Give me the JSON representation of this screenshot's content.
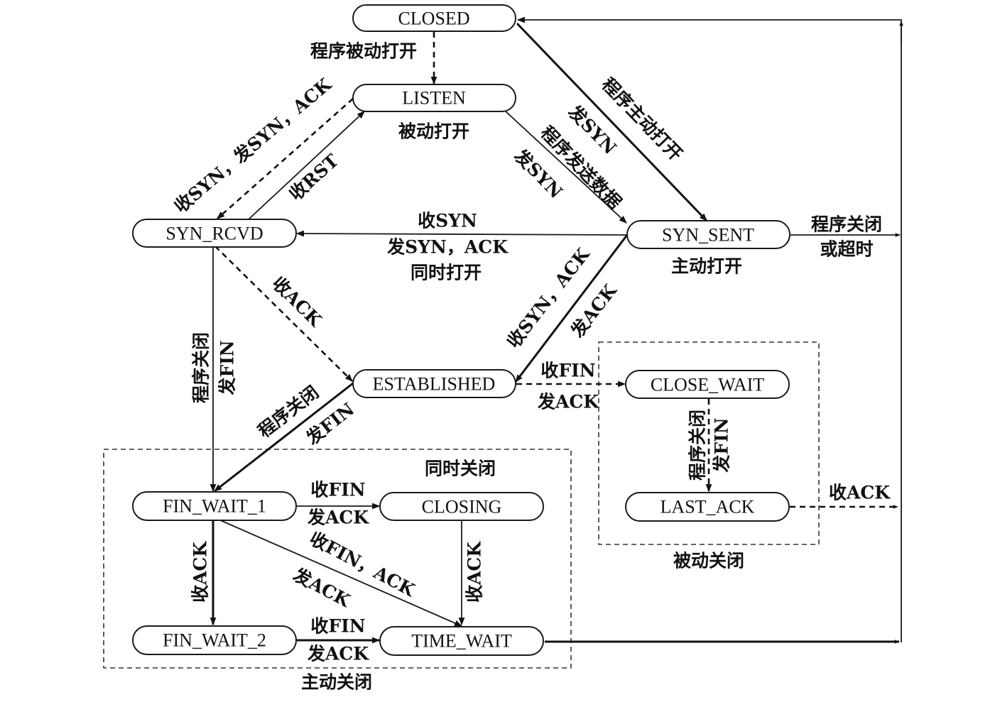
{
  "states": {
    "closed": "CLOSED",
    "listen": "LISTEN",
    "syn_rcvd": "SYN_RCVD",
    "syn_sent": "SYN_SENT",
    "established": "ESTABLISHED",
    "close_wait": "CLOSE_WAIT",
    "last_ack": "LAST_ACK",
    "fin_wait_1": "FIN_WAIT_1",
    "closing": "CLOSING",
    "fin_wait_2": "FIN_WAIT_2",
    "time_wait": "TIME_WAIT"
  },
  "labels": {
    "passive_open_program": "程序被动打开",
    "passive_open": "被动打开",
    "recv_syn_send_syn_ack": "收SYN，发SYN，ACK",
    "recv_rst": "收RST",
    "send_syn": "发SYN",
    "program_send_data": "程序发送数据",
    "send_syn_2": "发SYN",
    "program_active_open": "程序主动打开",
    "simul_recv_syn": "收SYN",
    "simul_send_syn_ack": "发SYN，ACK",
    "simul_open": "同时打开",
    "active_open": "主动打开",
    "program_close_or_timeout_1": "程序关闭",
    "program_close_or_timeout_2": "或超时",
    "recv_ack": "收ACK",
    "recv_syn_ack": "收SYN，ACK",
    "send_ack": "发ACK",
    "rcvd_program_close": "程序关闭",
    "rcvd_send_fin": "发FIN",
    "est_program_close": "程序关闭",
    "est_send_fin": "发FIN",
    "est_recv_fin": "收FIN",
    "est_send_ack": "发ACK",
    "cw_program_close": "程序关闭",
    "cw_send_fin": "发FIN",
    "la_recv_ack": "收ACK",
    "passive_close": "被动关闭",
    "simul_close": "同时关闭",
    "fw1_recv_fin": "收FIN",
    "fw1_send_ack": "发ACK",
    "fw1_recv_ack": "收ACK",
    "fw1_recv_fin_ack": "收FIN，ACK",
    "fw1_send_ack_2": "发ACK",
    "closing_recv_ack": "收ACK",
    "fw2_recv_fin": "收FIN",
    "fw2_send_ack": "发ACK",
    "active_close": "主动关闭"
  }
}
